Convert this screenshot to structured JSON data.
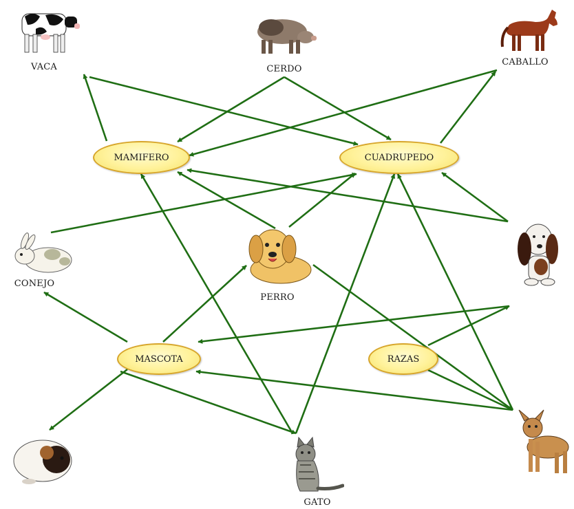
{
  "concepts": {
    "mamifero": "MAMIFERO",
    "cuadrupedo": "CUADRUPEDO",
    "mascota": "MASCOTA",
    "razas": "RAZAS"
  },
  "animals": {
    "vaca": "VACA",
    "cerdo": "CERDO",
    "caballo": "CABALLO",
    "conejo": "CONEJO",
    "perro": "PERRO",
    "gato": "GATO"
  },
  "colors": {
    "arrow": "#1f6e14",
    "concept_fill": "#fff29a",
    "concept_border": "#d7a52a"
  },
  "links": [
    [
      "mamifero",
      "vaca"
    ],
    [
      "cuadrupedo",
      "caballo"
    ],
    [
      "vaca",
      "cuadrupedo"
    ],
    [
      "cerdo",
      "mamifero"
    ],
    [
      "cerdo",
      "cuadrupedo"
    ],
    [
      "caballo",
      "mamifero"
    ],
    [
      "conejo",
      "cuadrupedo"
    ],
    [
      "perro",
      "mamifero"
    ],
    [
      "perro",
      "cuadrupedo"
    ],
    [
      "perro",
      "chihuahua"
    ],
    [
      "basset",
      "mamifero"
    ],
    [
      "basset",
      "cuadrupedo"
    ],
    [
      "basset",
      "mascota"
    ],
    [
      "mascota",
      "conejo"
    ],
    [
      "mascota",
      "cobaya"
    ],
    [
      "mascota",
      "perro"
    ],
    [
      "mascota",
      "gato"
    ],
    [
      "razas",
      "basset"
    ],
    [
      "razas",
      "chihuahua"
    ],
    [
      "chihuahua",
      "mascota"
    ],
    [
      "chihuahua",
      "cuadrupedo"
    ],
    [
      "gato",
      "mamifero"
    ],
    [
      "gato",
      "cuadrupedo"
    ]
  ]
}
